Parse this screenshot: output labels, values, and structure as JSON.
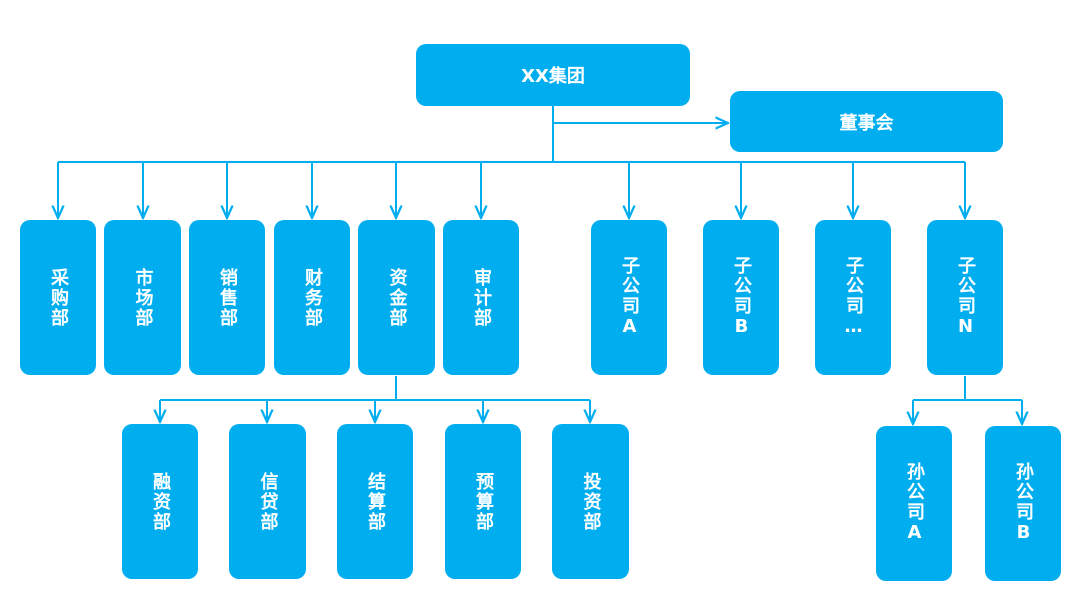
{
  "colors": {
    "box": "#00aef0",
    "line": "#00aef0",
    "text": "#ffffff"
  },
  "nodes": {
    "group": "XX集团",
    "board": "董事会",
    "procurement": "采购部",
    "marketing": "市场部",
    "sales": "销售部",
    "finance": "财务部",
    "funds": "资金部",
    "audit": "审计部",
    "sub_a": "子公司A",
    "sub_b": "子公司B",
    "sub_etc": "子公司…",
    "sub_n": "子公司N",
    "financing": "融资部",
    "credit": "信贷部",
    "settlement": "结算部",
    "budget": "预算部",
    "investment": "投资部",
    "grand_a": "孙公司A",
    "grand_b": "孙公司B"
  }
}
